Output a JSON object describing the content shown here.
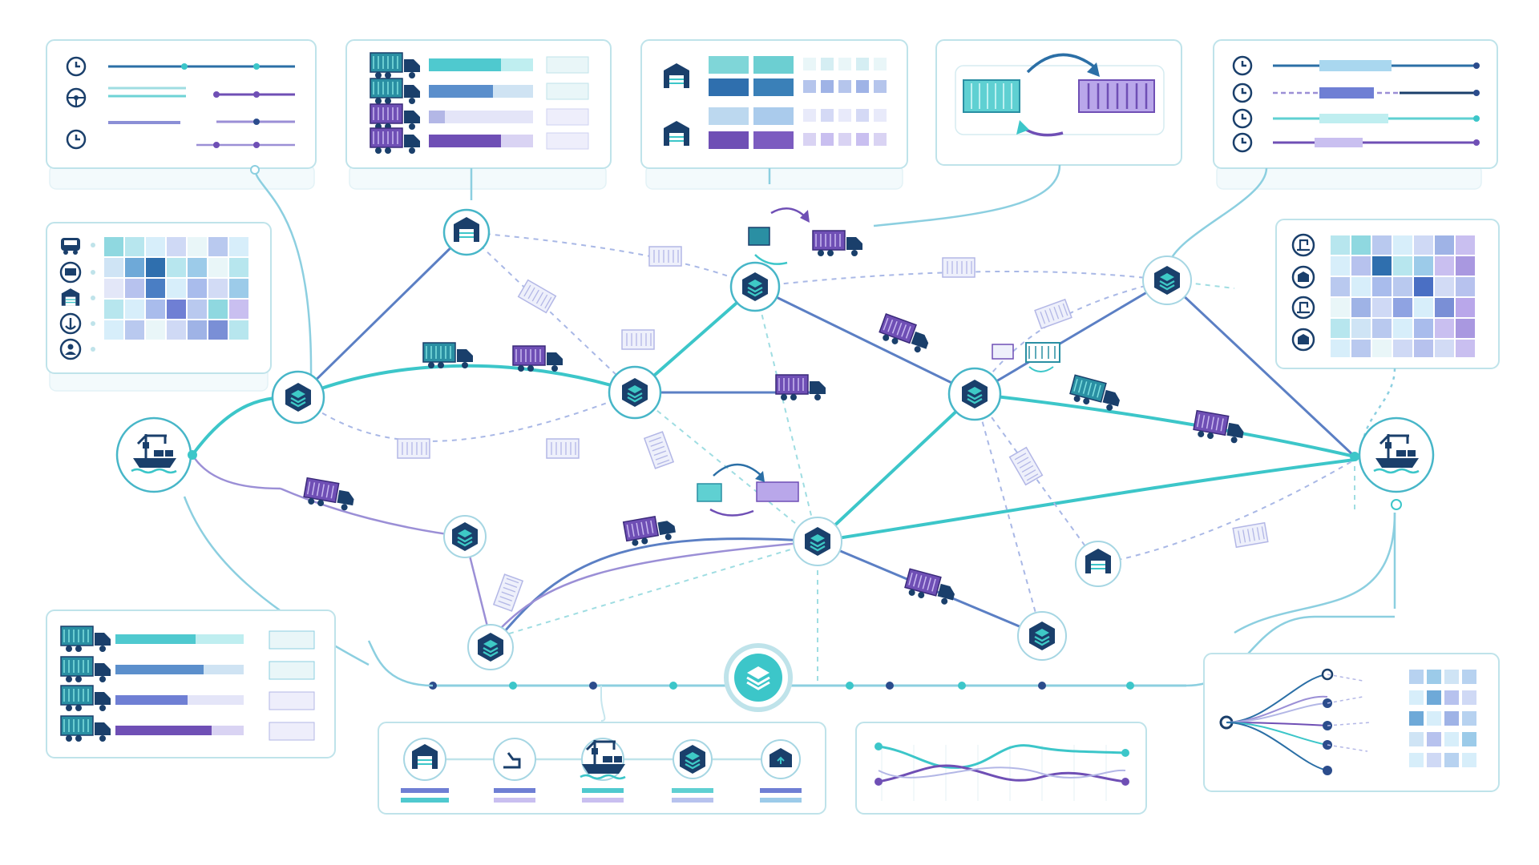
{
  "diagram": {
    "type": "logistics-network-flow",
    "colors": {
      "teal": "#3cc6c9",
      "navy": "#1a3f6b",
      "blue": "#5b7fc4",
      "purple": "#6f4fb5",
      "light_teal": "#bfe3ea"
    },
    "icons": {
      "port": "port-crane-ship-icon",
      "hub": "stacked-layers-hub-icon",
      "warehouse": "warehouse-icon",
      "truck": "container-truck-icon",
      "container": "shipping-container-icon",
      "clock": "clock-icon",
      "exchange": "cycle-arrows-icon"
    },
    "nodes": [
      {
        "id": "port-origin",
        "kind": "port"
      },
      {
        "id": "hub-1",
        "kind": "hub"
      },
      {
        "id": "warehouse-1",
        "kind": "warehouse"
      },
      {
        "id": "hub-2",
        "kind": "hub"
      },
      {
        "id": "hub-3",
        "kind": "hub"
      },
      {
        "id": "hub-4",
        "kind": "hub"
      },
      {
        "id": "hub-5",
        "kind": "hub"
      },
      {
        "id": "hub-6",
        "kind": "hub"
      },
      {
        "id": "hub-7",
        "kind": "hub"
      },
      {
        "id": "hub-central",
        "kind": "hub"
      },
      {
        "id": "hub-8",
        "kind": "hub"
      },
      {
        "id": "warehouse-2",
        "kind": "warehouse"
      },
      {
        "id": "hub-9",
        "kind": "hub"
      },
      {
        "id": "port-destination",
        "kind": "port"
      }
    ],
    "panels": [
      {
        "id": "schedule-panel-left",
        "kind": "timeline",
        "rows": 4
      },
      {
        "id": "fleet-status-panel",
        "kind": "bar-list",
        "rows": 4
      },
      {
        "id": "warehouse-inventory-panel",
        "kind": "grid"
      },
      {
        "id": "container-exchange-panel",
        "kind": "transfer"
      },
      {
        "id": "schedule-panel-right",
        "kind": "timeline",
        "rows": 4
      },
      {
        "id": "capacity-heatmap-left",
        "kind": "heatmap",
        "rows": 5,
        "cols": 7
      },
      {
        "id": "capacity-heatmap-right",
        "kind": "heatmap",
        "rows": 5,
        "cols": 7
      },
      {
        "id": "fleet-utilization-panel",
        "kind": "bar-list",
        "rows": 4
      },
      {
        "id": "process-steps-panel",
        "kind": "steps",
        "steps": 5
      },
      {
        "id": "trend-lines-panel",
        "kind": "line-chart",
        "series": 2
      },
      {
        "id": "distribution-tree-panel",
        "kind": "tree",
        "leaves": 6
      }
    ]
  }
}
